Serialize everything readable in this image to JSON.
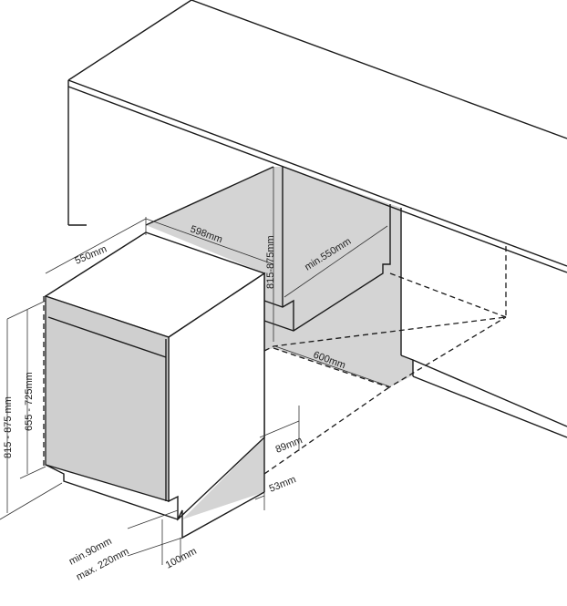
{
  "dimensions": {
    "appliance_depth": "550mm",
    "appliance_width": "598mm",
    "niche_height": "815-875mm",
    "niche_depth_min": "min.550mm",
    "niche_width": "600mm",
    "plinth_height": "89mm",
    "plinth_depth": "53mm",
    "overall_height": "815 - 875 mm",
    "door_height": "655 - 725mm",
    "plinth_gap_min": "min.90mm",
    "plinth_gap_max": "max. 220mm",
    "door_overhang": "100mm"
  },
  "colors": {
    "niche_fill": "#d4d4d4",
    "door_fill": "#cfcfcf",
    "line": "#1a1a1a"
  }
}
